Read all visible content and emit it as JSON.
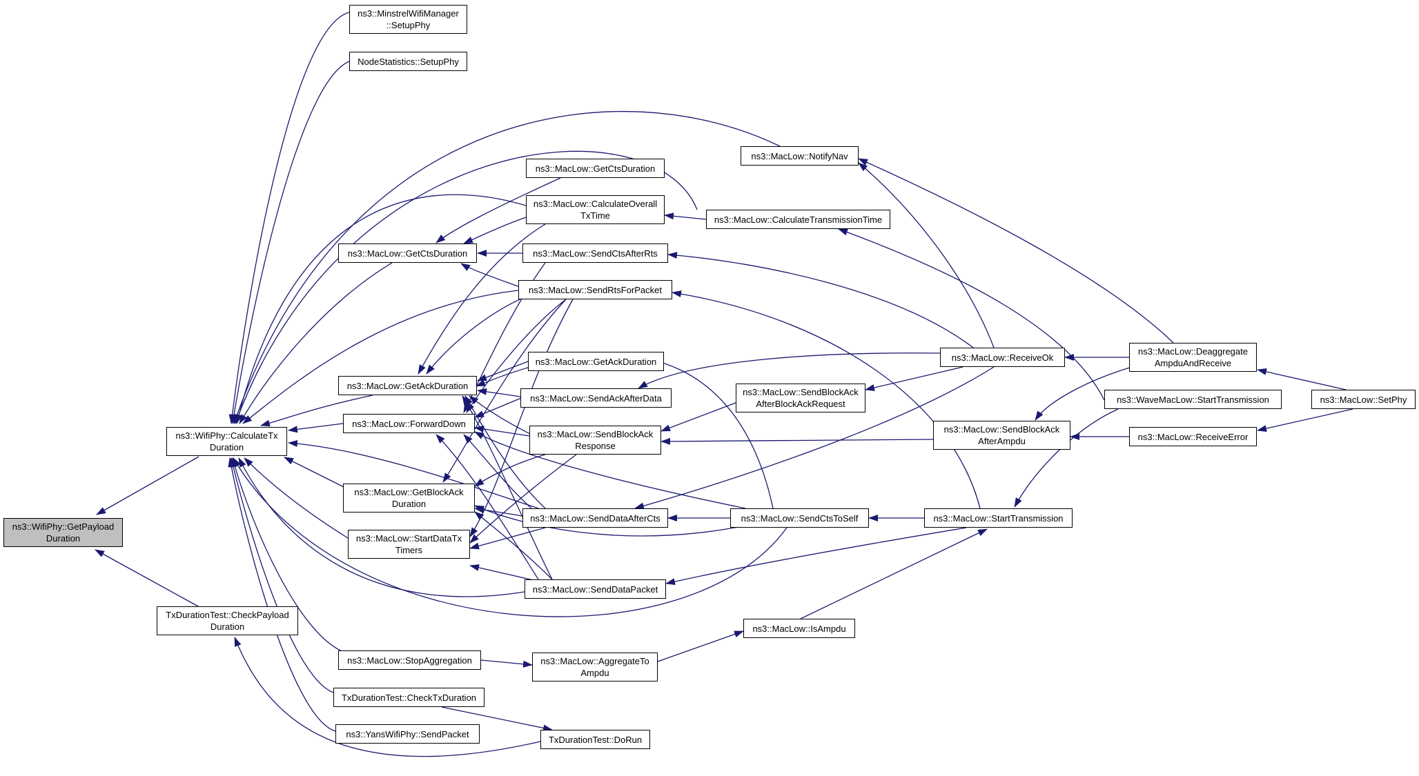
{
  "colors": {
    "edge": "#191970",
    "focus_fill": "#bfbfbf",
    "node_fill": "#ffffff",
    "node_border": "#000000"
  },
  "nodes": {
    "getpayload": "ns3::WifiPhy::GetPayload\nDuration",
    "calctx": "ns3::WifiPhy::CalculateTx\nDuration",
    "checkpayload": "TxDurationTest::CheckPayload\nDuration",
    "minstrel": "ns3::MinstrelWifiManager\n::SetupPhy",
    "nodestats": "NodeStatistics::SetupPhy",
    "getctsdur_l": "ns3::MacLow::GetCtsDuration",
    "getackdur_l": "ns3::MacLow::GetAckDuration",
    "forwarddown": "ns3::MacLow::ForwardDown",
    "getblockack": "ns3::MacLow::GetBlockAck\nDuration",
    "startdatatx": "ns3::MacLow::StartDataTx\nTimers",
    "stopagg": "ns3::MacLow::StopAggregation",
    "checktxdur": "TxDurationTest::CheckTxDuration",
    "yanssend": "ns3::YansWifiPhy::SendPacket",
    "getctsdur_r": "ns3::MacLow::GetCtsDuration",
    "calcoverall": "ns3::MacLow::CalculateOverall\nTxTime",
    "sendctsafterrts": "ns3::MacLow::SendCtsAfterRts",
    "sendrts": "ns3::MacLow::SendRtsForPacket",
    "getackdur_r": "ns3::MacLow::GetAckDuration",
    "sendackafterdata": "ns3::MacLow::SendAckAfterData",
    "sendblockackresp": "ns3::MacLow::SendBlockAck\nResponse",
    "senddataaftercts": "ns3::MacLow::SendDataAfterCts",
    "senddatapacket": "ns3::MacLow::SendDataPacket",
    "aggregateto": "ns3::MacLow::AggregateTo\nAmpdu",
    "txdodorun": "TxDurationTest::DoRun",
    "notifynav": "ns3::MacLow::NotifyNav",
    "calctransmission": "ns3::MacLow::CalculateTransmissionTime",
    "sendblockackafterreq": "ns3::MacLow::SendBlockAck\nAfterBlockAckRequest",
    "sendctstoself": "ns3::MacLow::SendCtsToSelf",
    "isampdu": "ns3::MacLow::IsAmpdu",
    "receiveok": "ns3::MacLow::ReceiveOk",
    "sendblockackafterampdu": "ns3::MacLow::SendBlockAck\nAfterAmpdu",
    "starttransmission": "ns3::MacLow::StartTransmission",
    "deaggregate": "ns3::MacLow::Deaggregate\nAmpduAndReceive",
    "wavestart": "ns3::WaveMacLow::StartTransmission",
    "receiveerror": "ns3::MacLow::ReceiveError",
    "setphy": "ns3::MacLow::SetPhy"
  }
}
